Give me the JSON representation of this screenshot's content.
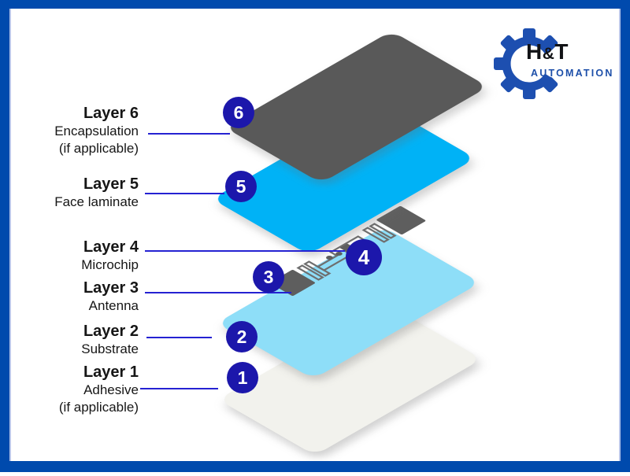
{
  "frame": {
    "border_color": "#004AAD"
  },
  "logo": {
    "brand_h": "H",
    "brand_amp": "&",
    "brand_t": "T",
    "subtitle": "AUTOMATION",
    "gear_color": "#1D4FB0",
    "text_color": "#111215",
    "subtitle_color": "#1D4FA9"
  },
  "palette": {
    "callout_circle": "#1C17AB",
    "connector_line": "#2522D2",
    "antenna_fill": "#5E5E5E",
    "antenna_stroke": "#6E6E6E"
  },
  "layers": [
    {
      "number": "6",
      "title": "Layer 6",
      "subtitle": "Encapsulation",
      "note": "(if applicable)",
      "fill": "#595959"
    },
    {
      "number": "5",
      "title": "Layer 5",
      "subtitle": "Face laminate",
      "note": "",
      "fill": "#00B2F6"
    },
    {
      "number": "4",
      "title": "Layer 4",
      "subtitle": "Microchip",
      "note": "",
      "fill": ""
    },
    {
      "number": "3",
      "title": "Layer 3",
      "subtitle": "Antenna",
      "note": "",
      "fill": ""
    },
    {
      "number": "2",
      "title": "Layer 2",
      "subtitle": "Substrate",
      "note": "",
      "fill": "#8EDEF8"
    },
    {
      "number": "1",
      "title": "Layer 1",
      "subtitle": "Adhesive",
      "note": "(if applicable)",
      "fill": "#F2F2ED"
    }
  ]
}
